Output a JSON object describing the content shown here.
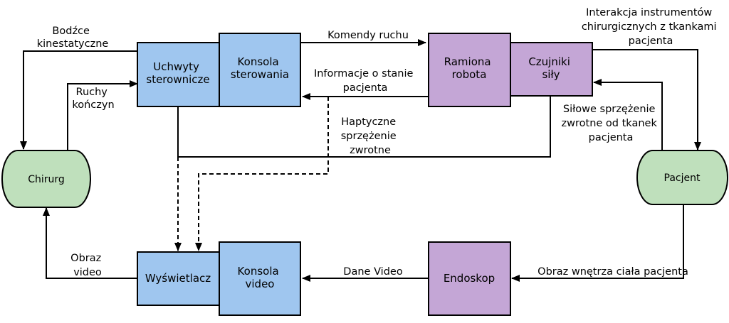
{
  "colors": {
    "blue": "#9fc6ef",
    "purple": "#c4a6d6",
    "green": "#bfe0bc",
    "stroke": "#000000"
  },
  "nodes": {
    "uchwyty": [
      "Uchwyty",
      "sterownicze"
    ],
    "konsola_sterowania": [
      "Konsola",
      "sterowania"
    ],
    "ramiona": [
      "Ramiona",
      "robota"
    ],
    "czujniki": [
      "Czujniki",
      "siły"
    ],
    "chirurg": "Chirurg",
    "pacjent": "Pacjent",
    "wyswietlacz": "Wyświetlacz",
    "konsola_video": [
      "Konsola",
      "video"
    ],
    "endoskop": "Endoskop"
  },
  "edges": {
    "bodzce": [
      "Bodźce",
      "kinestatyczne"
    ],
    "ruchy": [
      "Ruchy",
      "kończyn"
    ],
    "komendy": "Komendy ruchu",
    "informacje": [
      "Informacje o stanie",
      "pacjenta"
    ],
    "haptyczne": [
      "Haptyczne",
      "sprzężenie",
      "zwrotne"
    ],
    "interakcja": [
      "Interakcja instrumentów",
      "chirurgicznych z tkankami",
      "pacjenta"
    ],
    "silowe": [
      "Siłowe sprzężenie",
      "zwrotne od tkanek",
      "pacjenta"
    ],
    "obraz_video": [
      "Obraz",
      "video"
    ],
    "dane_video": "Dane Video",
    "obraz_wnetrza": "Obraz wnętrza ciała pacjenta"
  }
}
